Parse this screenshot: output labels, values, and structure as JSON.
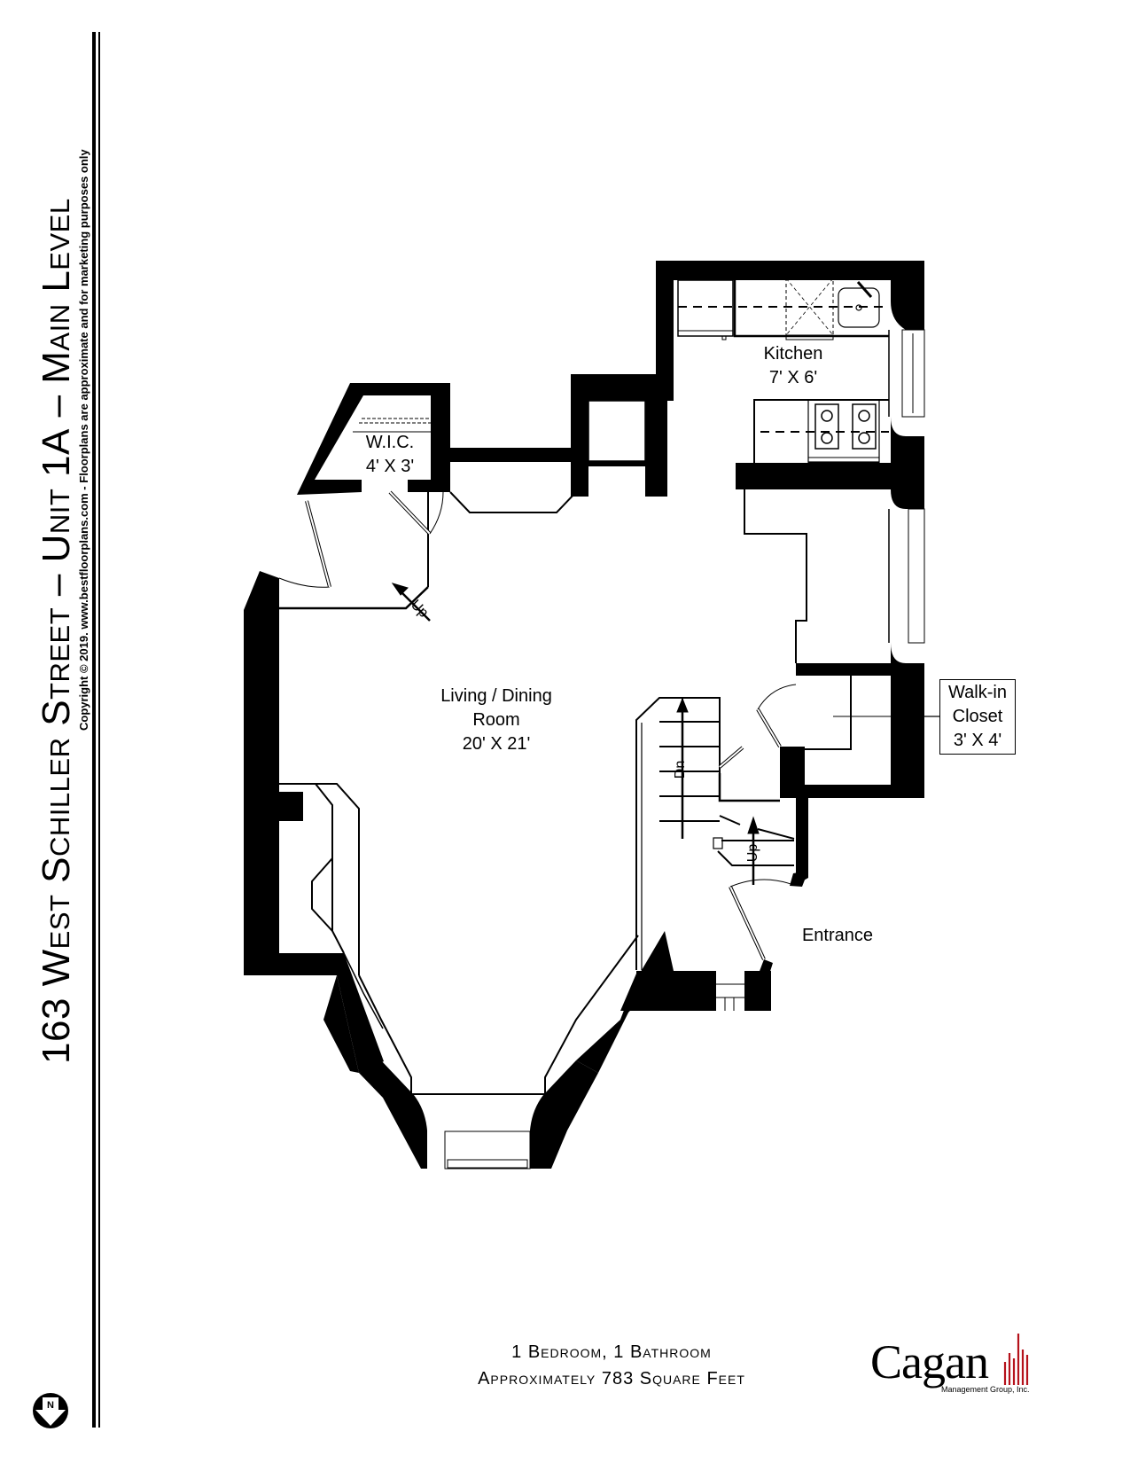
{
  "header": {
    "title_number": "163 ",
    "title_street": "West Schiller Street",
    "title_sep1": " – ",
    "title_unit": "Unit 1A",
    "title_sep2": " – ",
    "title_level": "Main Level",
    "copyright": "Copyright © 2019. www.bestfloorplans.com - Floorplans are approximate and for marketing purposes only"
  },
  "rooms": {
    "kitchen": {
      "name": "Kitchen",
      "dims": "7' X 6'"
    },
    "wic": {
      "name": "W.I.C.",
      "dims": "4' X 3'"
    },
    "living": {
      "name_line1": "Living / Dining",
      "name_line2": "Room",
      "dims": "20' X 21'"
    },
    "walkin": {
      "name_line1": "Walk-in",
      "name_line2": "Closet",
      "dims": "3' X 4'"
    },
    "entrance": {
      "name": "Entrance"
    }
  },
  "stairs": {
    "down_label": "Dn",
    "up_label": "Up",
    "small_up_label": "Up"
  },
  "footer": {
    "bedrooms_line": "1 Bedroom, 1 Bathroom",
    "area_line": "Approximately 783 Square Feet"
  },
  "logo": {
    "word": "Cagan",
    "subtitle": "Management Group, Inc.",
    "accent_color": "#b5121b"
  },
  "compass": {
    "label": "N",
    "icon": "north-arrow-icon"
  }
}
